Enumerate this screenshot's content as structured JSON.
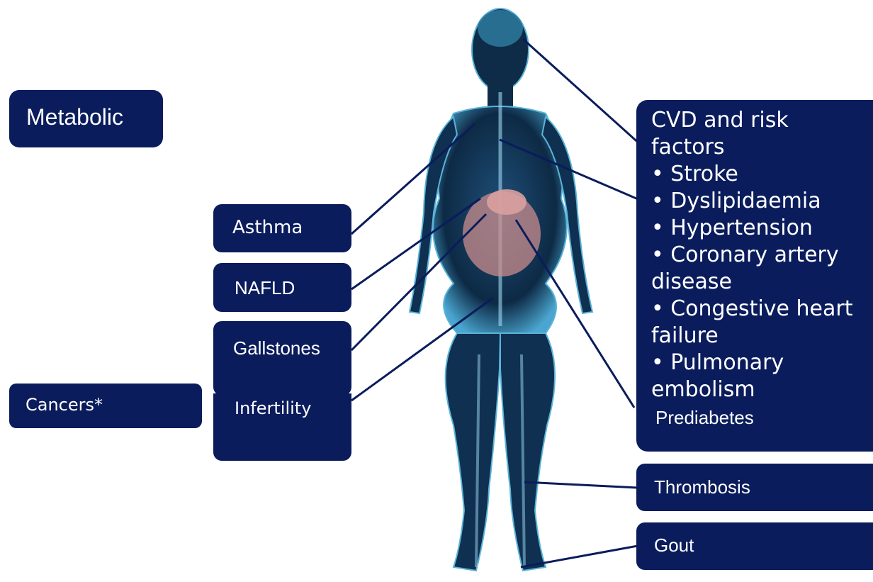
{
  "labels": {
    "metabolic": "Metabolic",
    "asthma": "Asthma",
    "nafld": "NAFLD",
    "gallstones": "Gallstones",
    "infertility": "Infertility",
    "cancers": "Cancers*",
    "cvd_title": "CVD and risk factors",
    "cvd_items": [
      "• Stroke",
      "• Dyslipidaemia",
      "• Hypertension",
      "• Coronary artery disease",
      "• Congestive heart failure",
      "• Pulmonary embolism"
    ],
    "prediabetes": "Prediabetes",
    "thrombosis": "Thrombosis",
    "gout": "Gout"
  },
  "colors": {
    "box": "#0a1c5c",
    "connector": "#0a1c5c",
    "body": "#0d2a4a",
    "skeleton": "#9fd8ef",
    "organs": "#c98c8c"
  }
}
